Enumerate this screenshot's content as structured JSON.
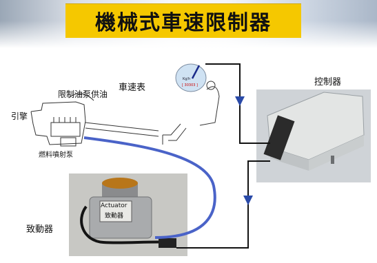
{
  "title": "機械式車速限制器",
  "labels": {
    "engine": "引擎",
    "fuel_pump": "燃料噴射泵",
    "limit_fuel": "限制油泵供油",
    "speedometer": "車速表",
    "controller": "控制器",
    "actuator": "致動器",
    "actuator_tag_en": "Actuator",
    "actuator_tag_zh": "致動器",
    "gauge_unit": "Kg/h",
    "gauge_value": "[ 30303 ]"
  },
  "colors": {
    "title_bg": "#f5c800",
    "cable": "#4a63c8",
    "arrow": "#2a4aa8"
  }
}
